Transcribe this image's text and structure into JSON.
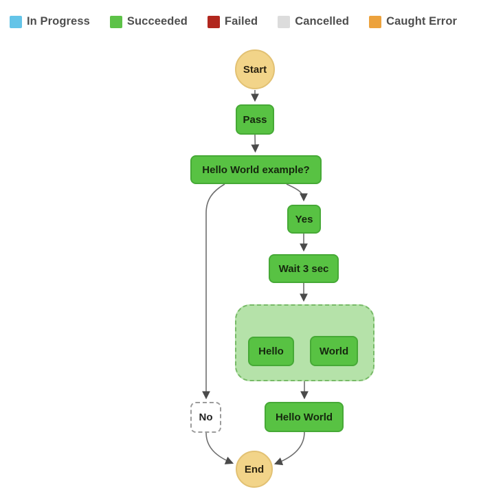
{
  "legend": {
    "items": [
      {
        "label": "In Progress",
        "color": "#64c4e8"
      },
      {
        "label": "Succeeded",
        "color": "#5dc248"
      },
      {
        "label": "Failed",
        "color": "#b1271e"
      },
      {
        "label": "Cancelled",
        "color": "#dcdcdc"
      },
      {
        "label": "Caught Error",
        "color": "#eca23d"
      }
    ]
  },
  "diagram": {
    "nodes": {
      "start": {
        "label": "Start"
      },
      "pass": {
        "label": "Pass"
      },
      "choice": {
        "label": "Hello World example?"
      },
      "yes": {
        "label": "Yes"
      },
      "wait": {
        "label": "Wait 3 sec"
      },
      "hello": {
        "label": "Hello"
      },
      "world": {
        "label": "World"
      },
      "hello_world": {
        "label": "Hello World"
      },
      "no": {
        "label": "No"
      },
      "end": {
        "label": "End"
      }
    },
    "colors": {
      "succeeded_fill": "#58c243",
      "succeeded_border": "#46a936",
      "parallel_container_fill": "#b5e2a9",
      "parallel_container_border": "#77ba67",
      "terminal_fill": "#f2d489",
      "terminal_border": "#e2c173",
      "skipped_fill": "#ffffff",
      "skipped_border": "#9b9b9b",
      "edge": "#6e6e6e",
      "arrowhead": "#4a4a4a"
    }
  }
}
